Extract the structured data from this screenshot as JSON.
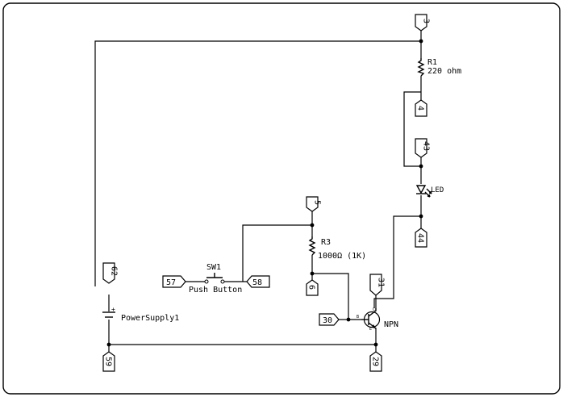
{
  "components": {
    "r1": {
      "ref": "R1",
      "value": "220 ohm"
    },
    "r3": {
      "ref": "R3",
      "value": "1000Ω (1K)"
    },
    "led": {
      "value": "LED"
    },
    "sw1": {
      "ref": "SW1",
      "value": "Push Button"
    },
    "npn": {
      "value": "NPN",
      "pin_b": "B",
      "pin_c": "C",
      "pin_e": "E"
    },
    "psu": {
      "ref": "PowerSupply1",
      "polarity": "+"
    }
  },
  "net_labels": {
    "n3": "3",
    "n4": "4",
    "n43": "43",
    "n44": "44",
    "n5": "5",
    "n6": "6",
    "n62": "62",
    "n57": "57",
    "n58": "58",
    "n31": "31",
    "n30": "30",
    "n59": "59",
    "n29": "29"
  }
}
